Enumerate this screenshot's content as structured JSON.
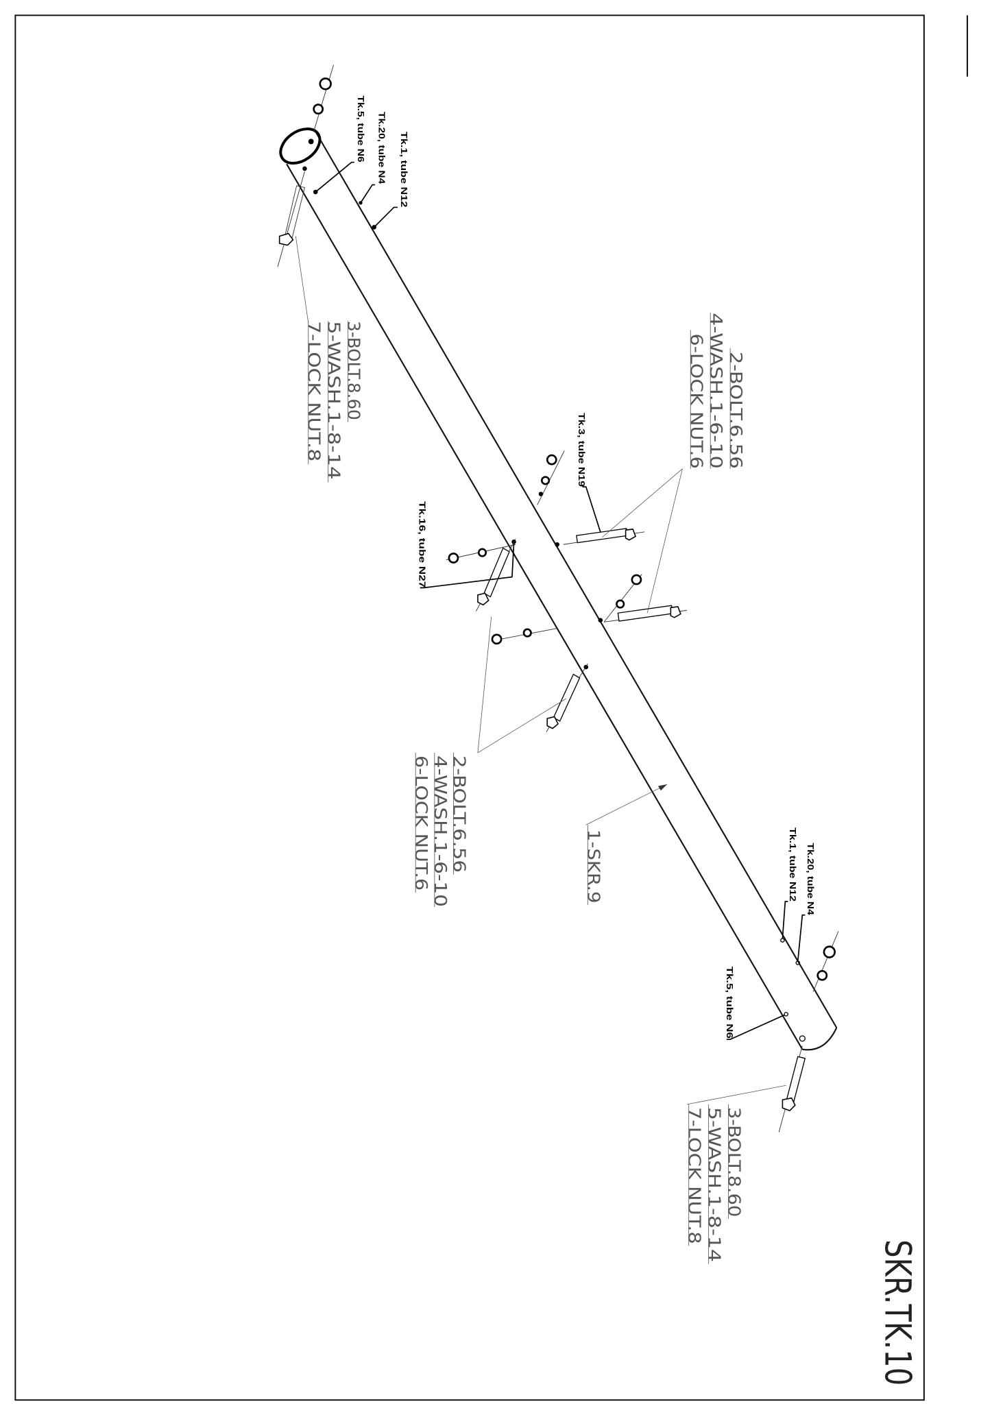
{
  "title": "SKR.TK.10",
  "part_labels": {
    "top_left": [
      "3-BOLT.8.60",
      "5-WASH.1-8-14",
      "7-LOCK NUT.8"
    ],
    "top_right": [
      "2-BOLT.6.56",
      "4-WASH.1-6-10",
      "6-LOCK NUT.6"
    ],
    "middle_left": [
      "2-BOLT.6.56",
      "4-WASH.1-6-10",
      "6-LOCK NUT.6"
    ],
    "main_part": "1-SKR.9",
    "bottom_right": [
      "3-BOLT.8.60",
      "5-WASH.1-8-14",
      "7-LOCK NUT.8"
    ]
  },
  "hole_tags": {
    "top_tk1": "Tk.1, tube N12",
    "top_tk20": "Tk.20, tube N4",
    "top_tk5": "Tk.5, tube N6",
    "tk3": "Tk.3, tube N19",
    "tk16": "Tk.16, tube N27",
    "bottom_tk20": "Tk.20, tube N4",
    "bottom_tk1": "Tk.1, tube N12",
    "bottom_tk5": "Tk.5, tube N6"
  }
}
